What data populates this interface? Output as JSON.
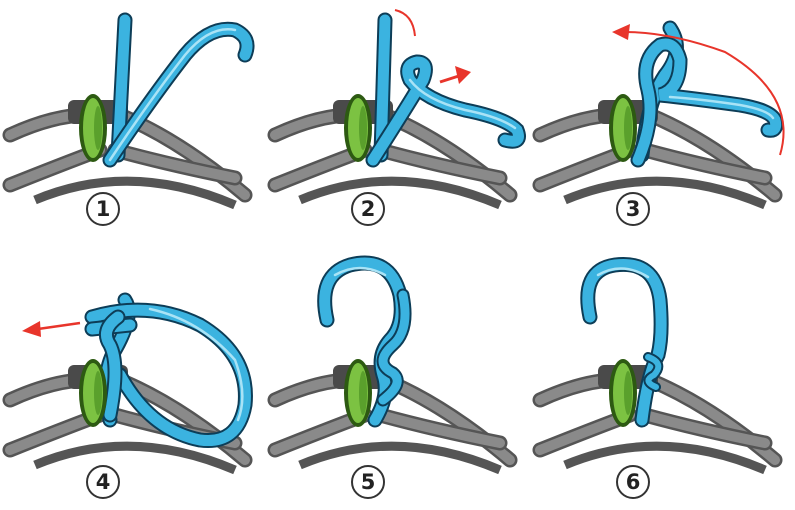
{
  "colors": {
    "cord": "#3bb3e0",
    "cord_outline": "#0d3d57",
    "cord_highlight": "#a9e3f6",
    "ring": "#7cc242",
    "ring_outline": "#2d5a12",
    "rope": "#8a8a8a",
    "rope_dark": "#555555",
    "collar": "#4a4a4a",
    "arrow": "#e8352b"
  },
  "steps": [
    {
      "number": "1",
      "arrow": "none"
    },
    {
      "number": "2",
      "arrow": "right"
    },
    {
      "number": "3",
      "arrow": "left-sweep"
    },
    {
      "number": "4",
      "arrow": "left"
    },
    {
      "number": "5",
      "arrow": "none"
    },
    {
      "number": "6",
      "arrow": "none"
    }
  ]
}
